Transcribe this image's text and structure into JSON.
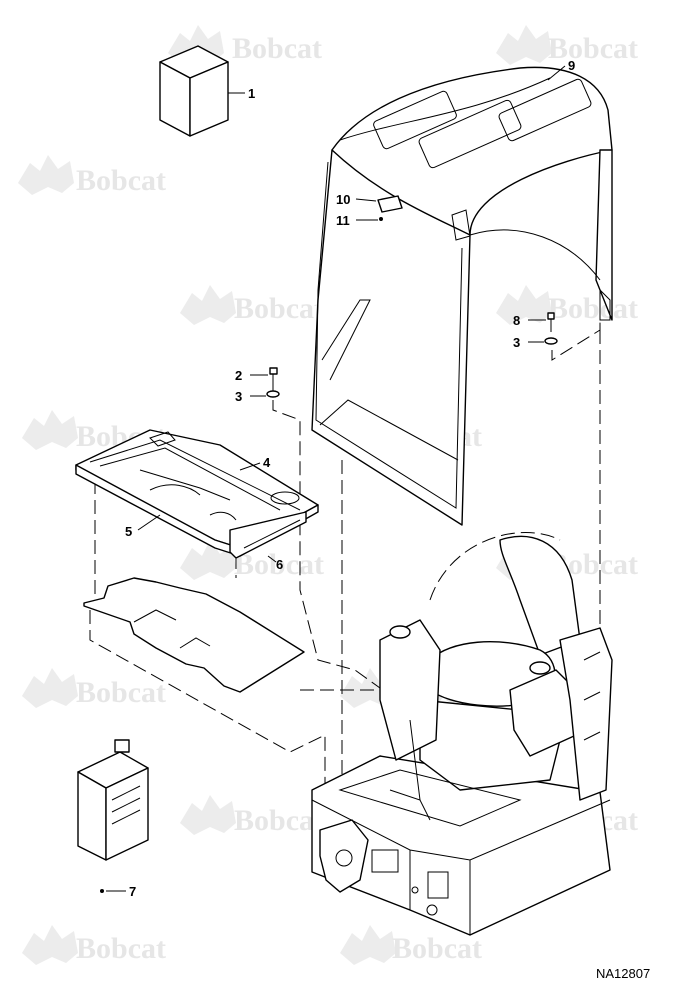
{
  "watermark": {
    "brand": "Bobcat"
  },
  "callouts": {
    "c1": "1",
    "c2": "2",
    "c3a": "3",
    "c3b": "3",
    "c4": "4",
    "c5": "5",
    "c6": "6",
    "c7": "7",
    "c8": "8",
    "c9": "9",
    "c10": "10",
    "c11": "11"
  },
  "figure_id": "NA12807"
}
